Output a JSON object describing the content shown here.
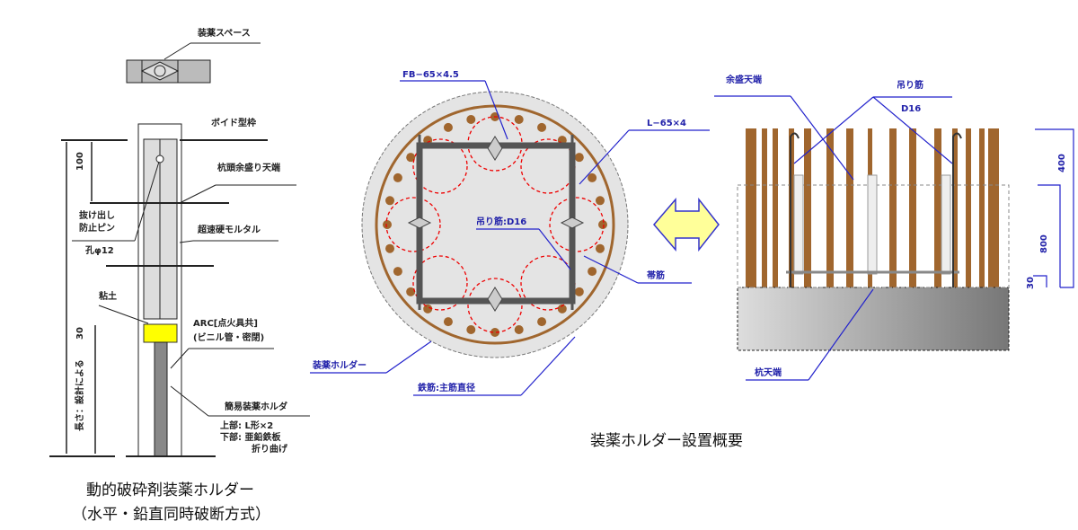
{
  "left": {
    "charge_space": "装薬スペース",
    "void_form": "ボイド型枠",
    "pile_top_extra": "杭頭余盛り天端",
    "mortar": "超速硬モルタル",
    "pin_1": "抜け出し",
    "pin_2": "防止ピン",
    "hole": "孔φ12",
    "dim_100": "100",
    "clay": "粘土",
    "dim_30": "30",
    "length": "長さ：設計による",
    "arc_1": "ARC[点火具共]",
    "arc_2": "(ビニル管・密閉)",
    "holder": "簡易装薬ホルダ",
    "upper": "上部: L形×2",
    "lower_1": "下部: 亜鉛鉄板",
    "lower_2": "折り曲げ",
    "caption_1": "動的破砕剤装薬ホルダー",
    "caption_2": "（水平・鉛直同時破断方式）"
  },
  "middle": {
    "fb": "FB−65×4.5",
    "angle": "L−65×4",
    "hanger": "吊り筋:D16",
    "hoop": "帯筋",
    "holder": "装薬ホルダー",
    "rebar": "鉄筋:主筋直径",
    "caption": "装薬ホルダー設置概要"
  },
  "right": {
    "extra_top": "余盛天端",
    "hanger": "吊り筋",
    "d16": "D16",
    "dim_400": "400",
    "dim_800": "800",
    "dim_30": "30",
    "pile_top": "杭天端"
  }
}
